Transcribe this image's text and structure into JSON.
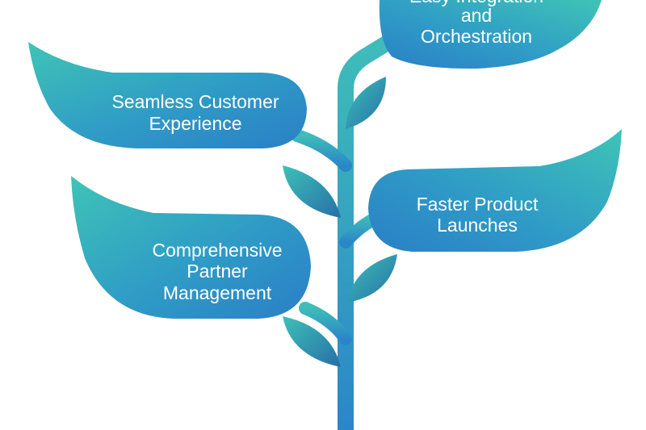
{
  "diagram": {
    "leaves": [
      {
        "id": "integration",
        "lines": [
          "Easy Integration",
          "and",
          "Orchestration"
        ]
      },
      {
        "id": "customer",
        "lines": [
          "Seamless Customer",
          "Experience"
        ]
      },
      {
        "id": "launches",
        "lines": [
          "Faster Product",
          "Launches"
        ]
      },
      {
        "id": "partner",
        "lines": [
          "Comprehensive",
          "Partner",
          "Management"
        ]
      }
    ]
  },
  "colors": {
    "teal": "#3fc4b6",
    "blue": "#2a7fc6",
    "stem_top": "#3fbdb9",
    "stem_bottom": "#2b86c8"
  }
}
